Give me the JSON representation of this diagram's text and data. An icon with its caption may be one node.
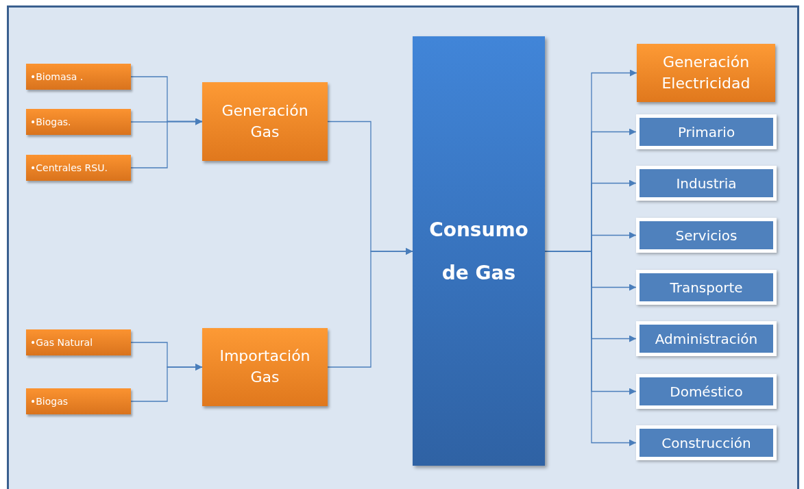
{
  "diagram": {
    "nodes": [
      {
        "text": [
          "•Biomasa ."
        ]
      },
      {
        "text": [
          "•Biogas."
        ]
      },
      {
        "text": [
          "•Centrales RSU."
        ]
      },
      {
        "text": [
          "Generación Gas"
        ]
      },
      {
        "text": [
          "•Gas Natural"
        ]
      },
      {
        "text": [
          "•Biogas"
        ]
      },
      {
        "text": [
          "Importación Gas"
        ]
      },
      {
        "text": [
          "Consumo de Gas"
        ]
      },
      {
        "text": [
          "Generación Electricidad"
        ]
      },
      {
        "text": [
          "Primario"
        ]
      },
      {
        "text": [
          "Industria"
        ]
      },
      {
        "text": [
          "Servicios"
        ]
      },
      {
        "text": [
          "Transporte"
        ]
      },
      {
        "text": [
          "Administración"
        ]
      },
      {
        "text": [
          "Doméstico"
        ]
      },
      {
        "text": [
          "Construcción"
        ]
      }
    ],
    "edges": [
      {
        "from": 0,
        "to": 3,
        "arrow": "to"
      },
      {
        "from": 1,
        "to": 3,
        "arrow": "to"
      },
      {
        "from": 2,
        "to": 3,
        "arrow": "to"
      },
      {
        "from": 4,
        "to": 6,
        "arrow": "to"
      },
      {
        "from": 5,
        "to": 6,
        "arrow": "to"
      },
      {
        "from": 3,
        "to": 7,
        "arrow": "to"
      },
      {
        "from": 6,
        "to": 7,
        "arrow": "to"
      },
      {
        "from": 7,
        "to": 8,
        "arrow": "to"
      },
      {
        "from": 7,
        "to": 9,
        "arrow": "to"
      },
      {
        "from": 7,
        "to": 10,
        "arrow": "to"
      },
      {
        "from": 7,
        "to": 11,
        "arrow": "to"
      },
      {
        "from": 7,
        "to": 12,
        "arrow": "to"
      },
      {
        "from": 7,
        "to": 13,
        "arrow": "to"
      },
      {
        "from": 7,
        "to": 14,
        "arrow": "to"
      },
      {
        "from": 7,
        "to": 15,
        "arrow": "to"
      }
    ]
  }
}
